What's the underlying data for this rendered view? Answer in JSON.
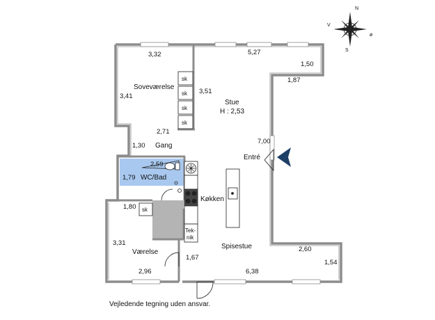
{
  "rooms": {
    "sovevaerelse": "Soveværelse",
    "stue": "Stue",
    "stue_height": "H : 2,53",
    "gang": "Gang",
    "wc_bad": "WC/Bad",
    "koekken": "Køkken",
    "entre": "Entré",
    "vaerelse": "Værelse",
    "spisestue": "Spisestue"
  },
  "dimensions": {
    "d_3_32": "3,32",
    "d_5_27": "5,27",
    "d_1_50": "1,50",
    "d_1_87": "1,87",
    "d_3_41": "3,41",
    "d_3_51": "3,51",
    "d_2_71": "2,71",
    "d_1_30": "1,30",
    "d_7_00": "7,00",
    "d_2_59": "2,59",
    "d_1_79": "1,79",
    "d_1_80": "1,80",
    "d_3_31": "3,31",
    "d_1_67": "1,67",
    "d_6_38": "6,38",
    "d_2_60": "2,60",
    "d_1_54": "1,54",
    "d_2_96": "2,96"
  },
  "fixtures": {
    "closet": "sk",
    "teknik_line1": "Tek-",
    "teknik_line2": "nik"
  },
  "compass": {
    "n": "N",
    "s": "S",
    "v": "V",
    "o": "ø"
  },
  "footer": {
    "disclaimer": "Vejledende tegning uden ansvar."
  },
  "colors": {
    "wall": "#8c8c8c",
    "bathroom": "#a8c8ef",
    "counter": "#b4b4b4",
    "entrance_arrow": "#1e3f66"
  }
}
